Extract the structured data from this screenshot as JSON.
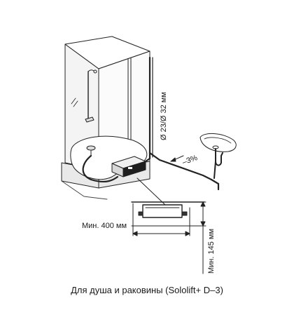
{
  "labels": {
    "pipe_diameter": "Ø 23/Ø 32 мм",
    "slope": "–3%",
    "min_width": "Мин. 400 мм",
    "min_height": "Мин. 145 мм"
  },
  "caption": "Для душа и раковины (Sololift+ D–3)"
}
